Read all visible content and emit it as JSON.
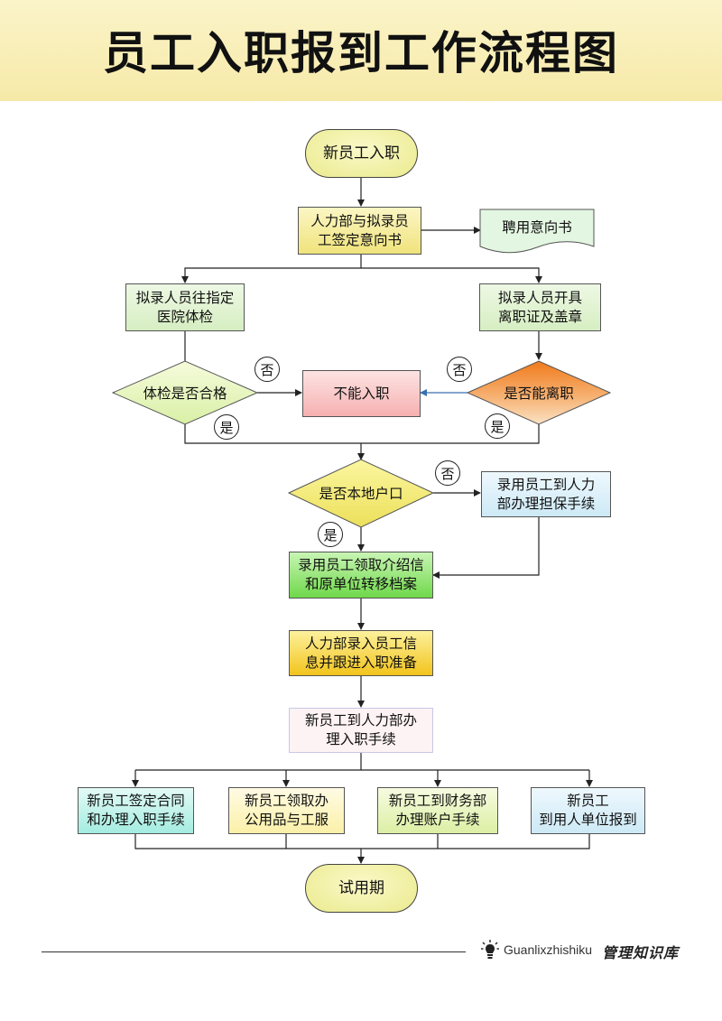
{
  "title": "员工入职报到工作流程图",
  "nodes": {
    "start": "新员工入职",
    "sign": "人力部与拟录员\n工签定意向书",
    "offer_letter": "聘用意向书",
    "medical": "拟录人员往指定\n医院体检",
    "resign_cert": "拟录人员开具\n离职证及盖章",
    "medical_check": "体检是否合格",
    "cannot_join": "不能入职",
    "can_resign": "是否能离职",
    "local_hukou": "是否本地户口",
    "guarantee": "录用员工到人力\n部办理担保手续",
    "transfer": "录用员工领取介绍信\n和原单位转移档案",
    "hr_record": "人力部录入员工信\n息并跟进入职准备",
    "hr_procedure": "新员工到人力部办\n理入职手续",
    "contract": "新员工签定合同\n和办理入职手续",
    "supplies": "新员工领取办\n公用品与工服",
    "finance": "新员工到财务部\n办理账户手续",
    "report": "新员工\n到用人单位报到",
    "end": "试用期"
  },
  "labels": {
    "yes": "是",
    "no": "否"
  },
  "footer": {
    "brand": "Guanlixzhishiku",
    "brand_cn": "管理知识库"
  },
  "icons": {
    "footer": "lightbulb-icon"
  }
}
